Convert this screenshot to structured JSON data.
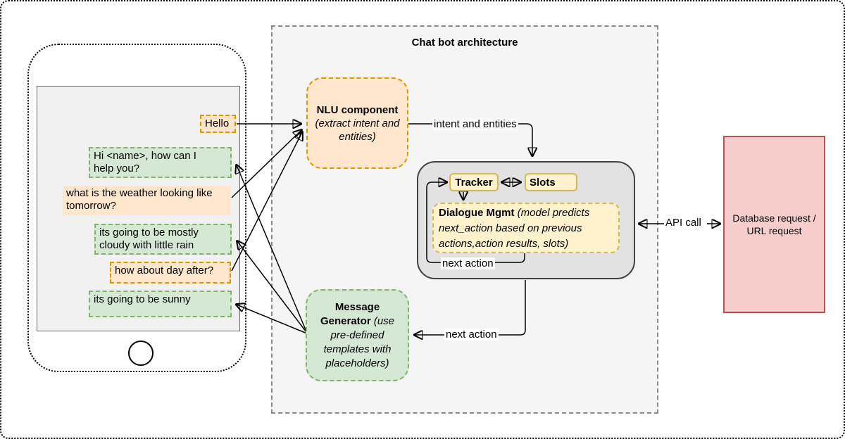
{
  "phone": {
    "messages": [
      {
        "text": "Hello",
        "sender": "user",
        "style": "orange-dashed"
      },
      {
        "text": "Hi <name>,  how can I\nhelp you?",
        "sender": "bot",
        "style": "green-dashed"
      },
      {
        "text": "what is the weather looking like\ntomorrow?",
        "sender": "user",
        "style": "orange-plain"
      },
      {
        "text": "its going to be mostly\ncloudy with little rain",
        "sender": "bot",
        "style": "green-dashed"
      },
      {
        "text": "how about day after?",
        "sender": "user",
        "style": "orange-dashed"
      },
      {
        "text": "its going to be sunny",
        "sender": "bot",
        "style": "green-dashed"
      }
    ]
  },
  "architecture": {
    "title": "Chat bot architecture",
    "nlu": {
      "title": "NLU component",
      "subtitle": "(extract intent and entities)"
    },
    "dialogue_container": {
      "tracker_label": "Tracker",
      "slots_label": "Slots",
      "dialogue_mgmt_title": "Dialogue Mgmt ",
      "dialogue_mgmt_subtitle": "(model predicts next_action based on previous actions,action results, slots)"
    },
    "message_generator": {
      "title": "Message Generator ",
      "subtitle": "(use pre-defined templates with placeholders)"
    },
    "labels": {
      "intent_entities": "intent and entities",
      "next_action_loop": "next action",
      "next_action_to_generator": "next action",
      "api_call": "API call"
    }
  },
  "database": {
    "text": "Database request /\nURL request"
  },
  "colors": {
    "orange_fill": "#ffe6cc",
    "orange_stroke": "#d79b00",
    "green_fill": "#d5e8d4",
    "green_stroke": "#82b366",
    "yellow_fill": "#fff2cc",
    "yellow_stroke": "#d6b656",
    "red_fill": "#f8cecc",
    "red_stroke": "#b85450",
    "outer_container_fill": "#f5f5f5",
    "inner_container_fill": "#e2e2e2",
    "line_color": "#000000"
  }
}
